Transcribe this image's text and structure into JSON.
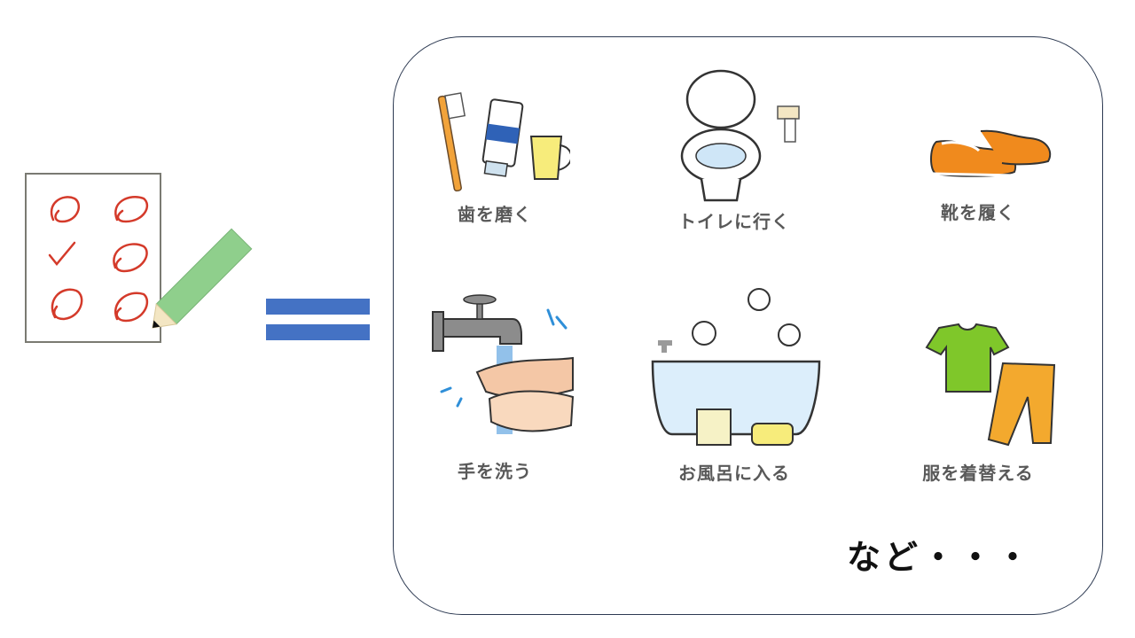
{
  "colors": {
    "equals_bar": "#4472c4",
    "check_mark": "#d43a2a",
    "pencil_body": "#8fcf8c",
    "label_text": "#595959",
    "panel_border": "#2d3a52"
  },
  "icons": {
    "checklist": "checklist-with-pencil-icon",
    "equals": "equals-sign-icon"
  },
  "activities": [
    {
      "label": "歯を磨く",
      "icon": "toothbrush-toothpaste-cup-icon"
    },
    {
      "label": "トイレに行く",
      "icon": "toilet-paper-icon"
    },
    {
      "label": "靴を履く",
      "icon": "shoes-icon"
    },
    {
      "label": "手を洗う",
      "icon": "faucet-handwashing-icon"
    },
    {
      "label": "お風呂に入る",
      "icon": "bathtub-icon"
    },
    {
      "label": "服を着替える",
      "icon": "clothes-icon"
    }
  ],
  "etc_text": "など・・・"
}
